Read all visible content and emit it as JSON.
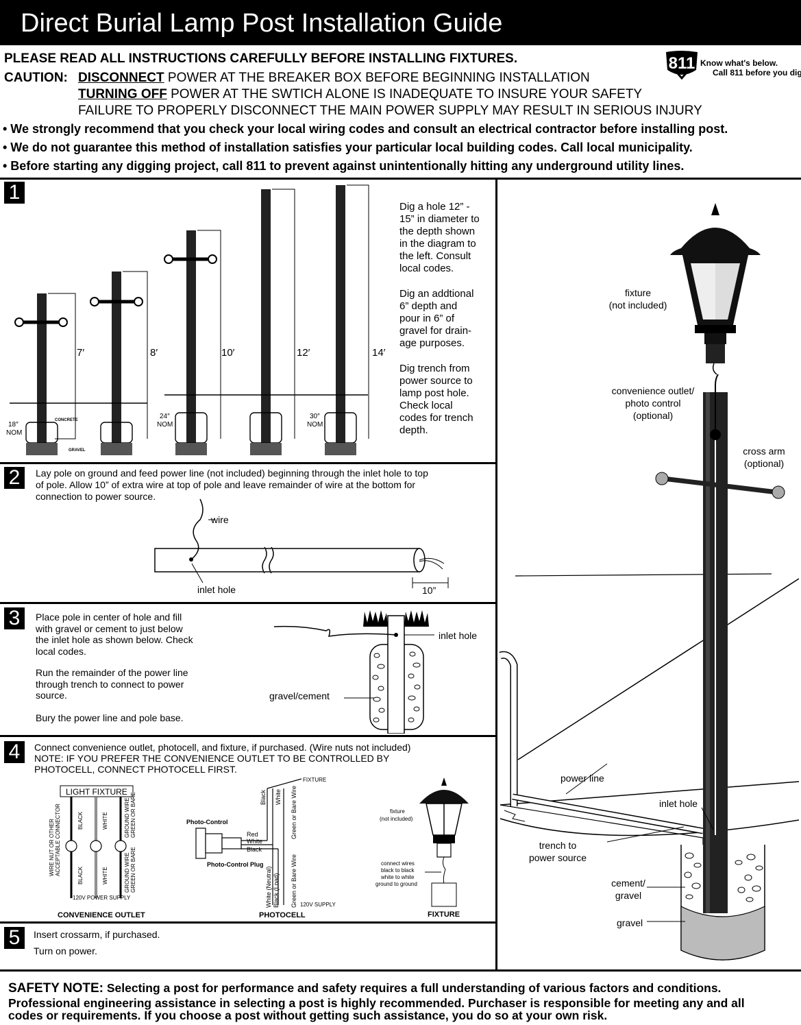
{
  "header": {
    "title": "Direct Burial Lamp Post Installation Guide"
  },
  "logo": {
    "number": "811",
    "line1": "Know what's below.",
    "line2": "Call 811 before you dig."
  },
  "intro": {
    "read": "PLEASE READ ALL INSTRUCTIONS CAREFULLY BEFORE INSTALLING FIXTURES.",
    "caution_label": "CAUTION:",
    "caution1_keyword": "DISCONNECT",
    "caution1_rest": " POWER AT THE BREAKER BOX BEFORE BEGINNING INSTALLATION",
    "caution2_keyword": "TURNING OFF",
    "caution2_rest": " POWER AT THE SWTICH ALONE IS INADEQUATE TO INSURE YOUR SAFETY",
    "caution3": "FAILURE TO PROPERLY DISCONNECT THE MAIN POWER SUPPLY MAY RESULT IN SERIOUS INJURY",
    "bullets": [
      "• We strongly recommend that you check your local wiring codes and consult an electrical contractor before installing post.",
      "• We do not guarantee this method of installation satisfies your particular local building codes. Call local municipality.",
      "• Before starting any digging project, call 811 to prevent against unintentionally hitting any underground utility lines."
    ]
  },
  "step1": {
    "number": "1",
    "heights": [
      "7′",
      "8′",
      "10′",
      "12′",
      "14′"
    ],
    "depths": [
      "18″",
      "24″",
      "30″"
    ],
    "nom": "NOM",
    "concrete": "CONCRETE",
    "gravel": "GRAVEL",
    "p1": [
      "Dig a hole 12” -",
      "15” in diameter to",
      "the depth shown",
      "in the diagram to",
      "the left. Consult",
      "local codes."
    ],
    "p2": [
      "Dig an addtional",
      "6” depth and",
      "pour in 6” of",
      "gravel for drain-",
      "age purposes."
    ],
    "p3": [
      "Dig trench from",
      "power source to",
      "lamp post hole.",
      "Check local",
      "codes for trench",
      "depth."
    ]
  },
  "step2": {
    "number": "2",
    "text": [
      "Lay pole on ground and feed power line (not included) beginning through the inlet hole to top",
      "of pole. Allow 10” of extra wire at top of pole and leave remainder of wire at the bottom for",
      "connection to power source."
    ],
    "wire": "wire",
    "inlet": "inlet hole",
    "ten": "10”"
  },
  "step3": {
    "number": "3",
    "p1": [
      "Place pole in center of hole and fill",
      "with gravel or cement to just below",
      "the inlet hole as shown below. Check",
      "local codes."
    ],
    "p2": [
      "Run the remainder of the power line",
      "through trench to connect to power",
      "source."
    ],
    "p3": "Bury the power line and pole base.",
    "inlet": "inlet hole",
    "gravel": "gravel/cement"
  },
  "step4": {
    "number": "4",
    "text": [
      "Connect convenience outlet, photocell, and fixture, if purchased. (Wire nuts not included)",
      "NOTE: IF YOU PREFER THE CONVENIENCE OUTLET TO BE CONTROLLED BY",
      "PHOTOCELL, CONNECT PHOTOCELL FIRST."
    ],
    "light_fixture": "LIGHT FIXTURE",
    "wire_nut": [
      "WIRE NUT OR OTHER",
      "ACCEPTABLE CONNECTOR"
    ],
    "black": "BLACK",
    "white": "WHITE",
    "ground": [
      "GROUND WIRE",
      "GREEN OR BARE"
    ],
    "supply120": "120V POWER SUPPLY",
    "convenience": "CONVENIENCE OUTLET",
    "photo_control": "Photo-Control",
    "photo_plug": "Photo-Control Plug",
    "red": "Red",
    "white_small": "White",
    "black_small": "Black",
    "black_v": "Black",
    "white_v": "White",
    "fixture_small": "FIXTURE",
    "green_bare": "Green or Bare Wire",
    "white_neutral": "White (Neutral)",
    "black_load": "Black (Load)",
    "supply_small": "120V SUPPLY",
    "photocell": "PHOTOCELL",
    "fixture_note": [
      "fixture",
      "(not included)"
    ],
    "connect": [
      "connect wires",
      "black to black",
      "white to white",
      "ground to ground"
    ],
    "fixture_label": "FIXTURE"
  },
  "step5": {
    "number": "5",
    "line1": "Insert crossarm, if purchased.",
    "line2": "Turn on power."
  },
  "right": {
    "fixture": [
      "fixture",
      "(not included)"
    ],
    "outlet": [
      "convenience outlet/",
      "photo control",
      "(optional)"
    ],
    "cross_arm": [
      "cross arm",
      "(optional)"
    ],
    "power_line": "power line",
    "inlet": "inlet hole",
    "trench": [
      "trench to",
      "power source"
    ],
    "cement": [
      "cement/",
      "gravel"
    ],
    "gravel": "gravel"
  },
  "safety": {
    "label": "SAFETY NOTE:",
    "line1": " Selecting a post for performance and safety requires a full understanding of various factors and conditions.",
    "line2": "Professional engineering assistance in selecting a post is highly recommended. Purchaser is responsible for meeting any and all",
    "line3": "codes or requirements. If you choose a post without getting such assistance, you do so at your own risk."
  }
}
